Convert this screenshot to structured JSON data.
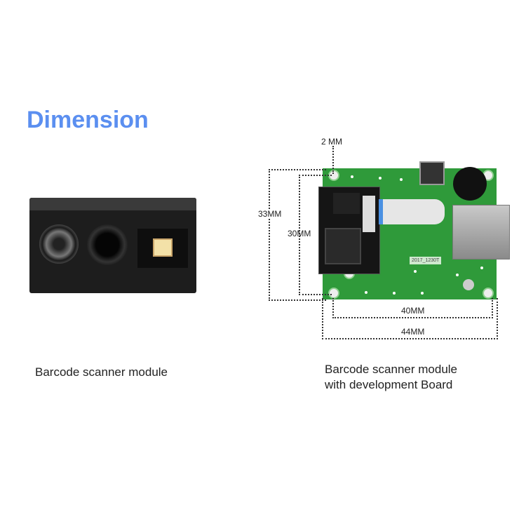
{
  "title": "Dimension",
  "left_product": {
    "caption": "Barcode scanner module"
  },
  "right_product": {
    "caption_line1": "Barcode scanner module",
    "caption_line2": "with development Board",
    "board_label": "2017_1230T"
  },
  "dimensions": {
    "hole_offset": "2 MM",
    "height_outer": "33MM",
    "height_inner": "30MM",
    "width_inner": "40MM",
    "width_outer": "44MM"
  },
  "colors": {
    "title": "#5b8ff0",
    "pcb": "#2f9a3a",
    "module": "#1d1d1d"
  }
}
